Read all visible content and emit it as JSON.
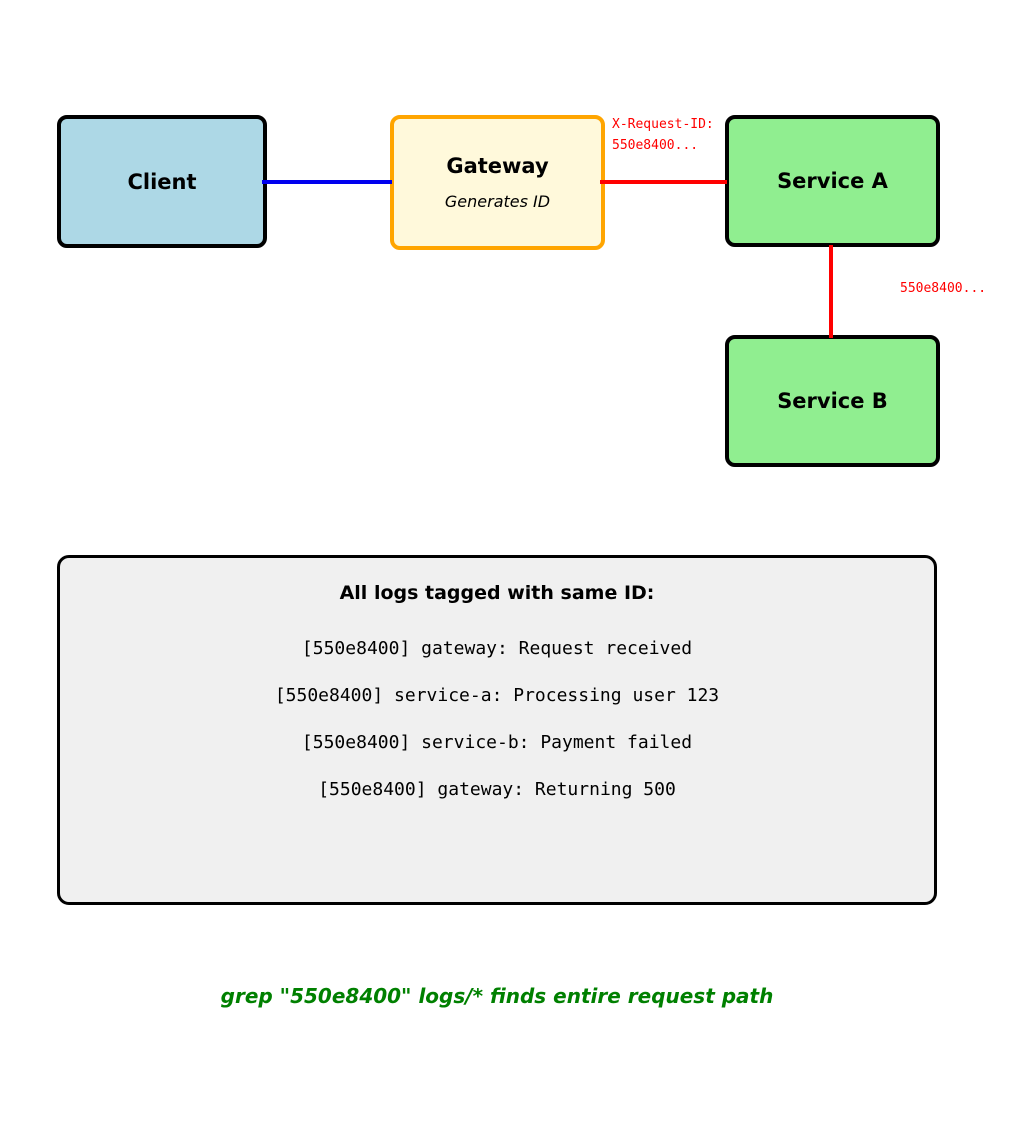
{
  "nodes": {
    "client": {
      "label": "Client"
    },
    "gateway": {
      "label": "Gateway",
      "subtitle": "Generates ID"
    },
    "service_a": {
      "label": "Service A"
    },
    "service_b": {
      "label": "Service B"
    }
  },
  "edges": {
    "client_gateway": {
      "color": "#0000ee"
    },
    "gateway_service_a": {
      "color": "#ff0000",
      "label_line1": "X-Request-ID:",
      "label_line2": "550e8400..."
    },
    "service_a_service_b": {
      "color": "#ff0000",
      "label": "550e8400..."
    }
  },
  "log_panel": {
    "title": "All logs tagged with same ID:",
    "lines": [
      "[550e8400] gateway: Request received",
      "[550e8400] service-a: Processing user 123",
      "[550e8400] service-b: Payment failed",
      "[550e8400] gateway: Returning 500"
    ]
  },
  "caption": {
    "text": "grep \"550e8400\" logs/* finds entire request path",
    "color": "#008000"
  },
  "colors": {
    "client_fill": "#add8e6",
    "gateway_fill": "#fff9db",
    "gateway_border": "#ffa500",
    "service_fill": "#90ee90",
    "panel_fill": "#f0f0f0",
    "edge_blue": "#0000ee",
    "edge_red": "#ff0000",
    "caption_green": "#008000"
  }
}
